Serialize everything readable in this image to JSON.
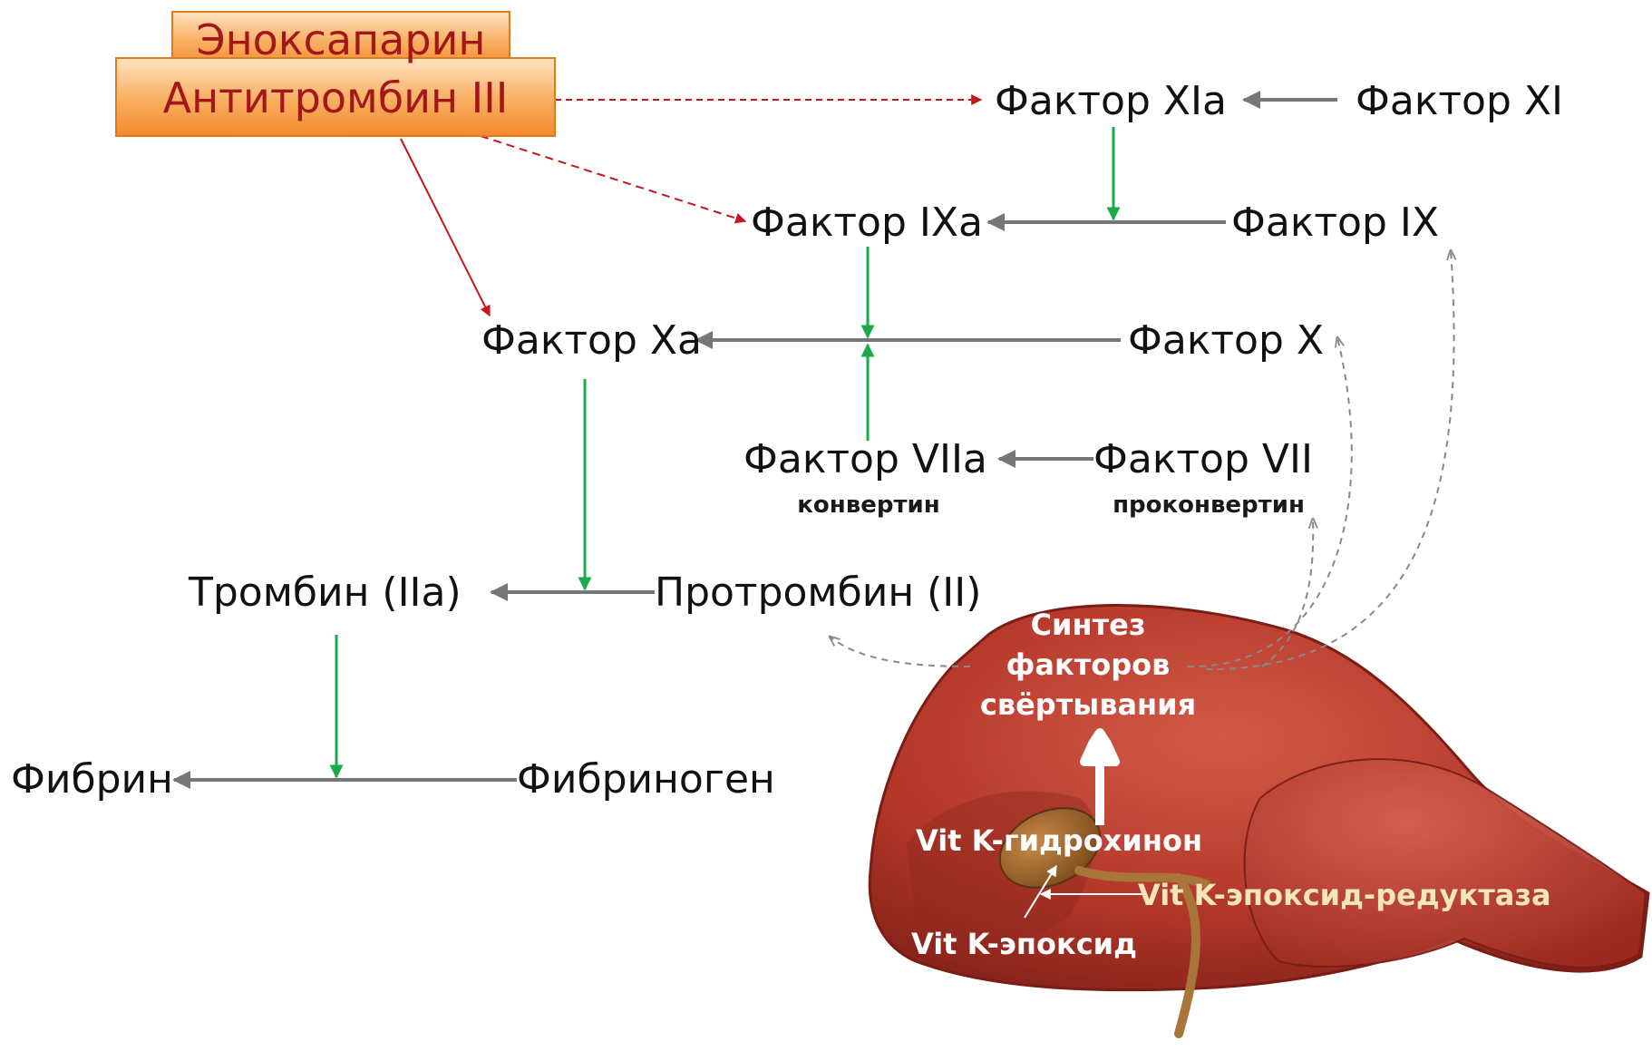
{
  "drugs": {
    "enoxaparin": "Эноксапарин",
    "antithrombin": "Антитромбин III"
  },
  "factors": {
    "f11a": "Фактор XIa",
    "f11": "Фактор XI",
    "f9a": "Фактор IXa",
    "f9": "Фактор IX",
    "f10a": "Фактор Xa",
    "f10": "Фактор X",
    "f7a": "Фактор VIIa",
    "f7a_note": "конвертин",
    "f7": "Фактор VII",
    "f7_note": "проконвертин",
    "thrombin": "Тромбин (IIa)",
    "prothrombin": "Протромбин (II)",
    "fibrin": "Фибрин",
    "fibrinogen": "Фибриноген"
  },
  "liver": {
    "synthesis_line1": "Синтез",
    "synthesis_line2": "факторов",
    "synthesis_line3": "свёртывания",
    "hydroquinone": "Vit K-гидрохинон",
    "reductase": "Vit K-эпоксид-редуктаза",
    "epoxide": "Vit K-эпоксид"
  },
  "colors": {
    "activation_arrow": "#1aaa4a",
    "conversion_arrow": "#777777",
    "inhibition_arrow": "#c4161c",
    "liver": "#b8362a",
    "drug_box": "#f6a04a"
  }
}
